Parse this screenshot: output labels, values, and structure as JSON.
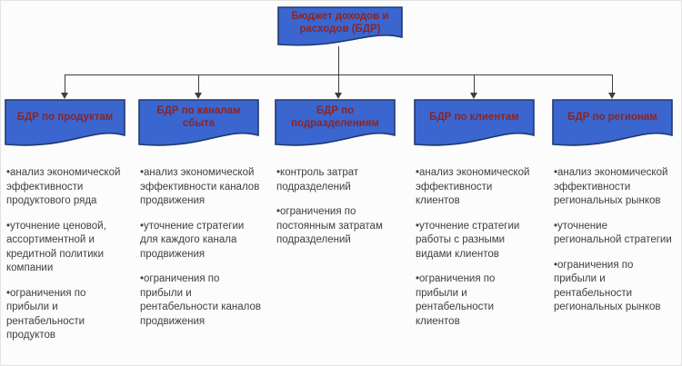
{
  "root": {
    "label": "Бюджет доходов и расходов (БДР)"
  },
  "branches": [
    {
      "title": "БДР по продуктам",
      "bullets": [
        "анализ экономической эффективности продуктового ряда",
        "уточнение ценовой, ассортиментной и кредитной политики компании",
        "ограничения по прибыли и рентабельности продуктов"
      ]
    },
    {
      "title": "БДР по каналам сбыта",
      "bullets": [
        "анализ экономической эффективности каналов продвижения",
        "уточнение стратегии для каждого канала продвижения",
        "ограничения по прибыли и рентабельности каналов продвижения"
      ]
    },
    {
      "title": "БДР по подразделениям",
      "bullets": [
        "контроль затрат подразделений",
        "ограничения по постоянным затратам подразделений"
      ]
    },
    {
      "title": "БДР по клиентам",
      "bullets": [
        "анализ экономической эффективности клиентов",
        "уточнение стратегии работы с разными видами клиентов",
        "ограничения по прибыли и рентабельности клиентов"
      ]
    },
    {
      "title": "БДР по регионам",
      "bullets": [
        "анализ экономической эффективности региональных рынков",
        "уточнение региональной стратегии",
        "ограничения по прибыли и рентабельности региональных рынков"
      ]
    }
  ],
  "colors": {
    "node_fill": "#3b66d0",
    "node_border": "#1e3a6e",
    "node_title_text": "#8b2424",
    "body_text": "#3f3f3f",
    "connector": "#3f3f3f",
    "background": "#fcfcfc"
  }
}
